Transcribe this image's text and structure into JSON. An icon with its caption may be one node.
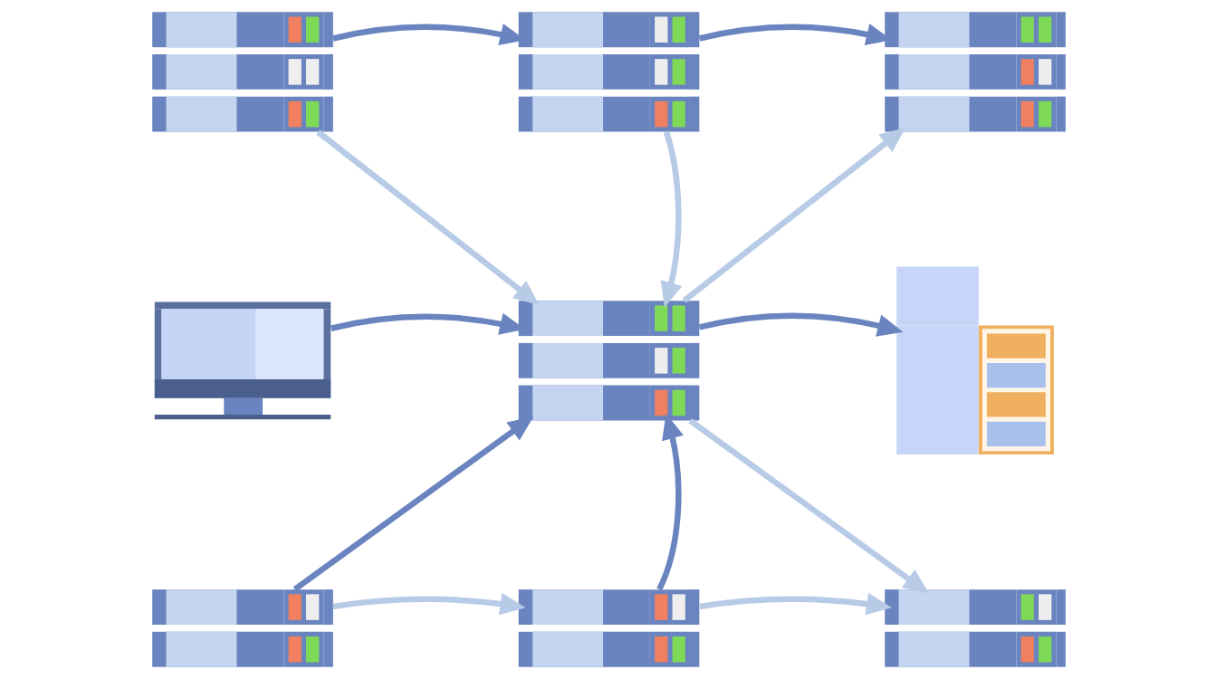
{
  "diagram": {
    "nodes": [
      {
        "text": [],
        "shape": "picture"
      },
      {
        "text": [],
        "shape": "picture"
      },
      {
        "text": [],
        "shape": "picture"
      },
      {
        "text": [],
        "shape": "picture"
      },
      {
        "text": [],
        "shape": "picture"
      },
      {
        "text": [],
        "shape": "picture"
      },
      {
        "text": [],
        "shape": "picture"
      },
      {
        "text": [],
        "shape": "picture"
      },
      {
        "text": [],
        "shape": "picture"
      }
    ],
    "edges": [
      {
        "from": 0,
        "to": 1,
        "arrow": "to"
      },
      {
        "from": 1,
        "to": 2,
        "arrow": "to"
      },
      {
        "from": 0,
        "to": 4,
        "arrow": "to",
        "color": "#b7cbe6"
      },
      {
        "from": 1,
        "to": 4,
        "arrow": "to",
        "color": "#b7cbe6"
      },
      {
        "from": 4,
        "to": 2,
        "arrow": "to",
        "color": "#b7cbe6"
      },
      {
        "from": 3,
        "to": 4,
        "arrow": "to"
      },
      {
        "from": 4,
        "to": 5,
        "arrow": "to"
      },
      {
        "from": 6,
        "to": 4,
        "arrow": "to"
      },
      {
        "from": 7,
        "to": 4,
        "arrow": "to"
      },
      {
        "from": 4,
        "to": 8,
        "arrow": "to",
        "color": "#b7cbe6"
      },
      {
        "from": 6,
        "to": 7,
        "arrow": "to",
        "color": "#b7cbe6"
      },
      {
        "from": 7,
        "to": 8,
        "arrow": "to",
        "color": "#b7cbe6"
      }
    ]
  }
}
